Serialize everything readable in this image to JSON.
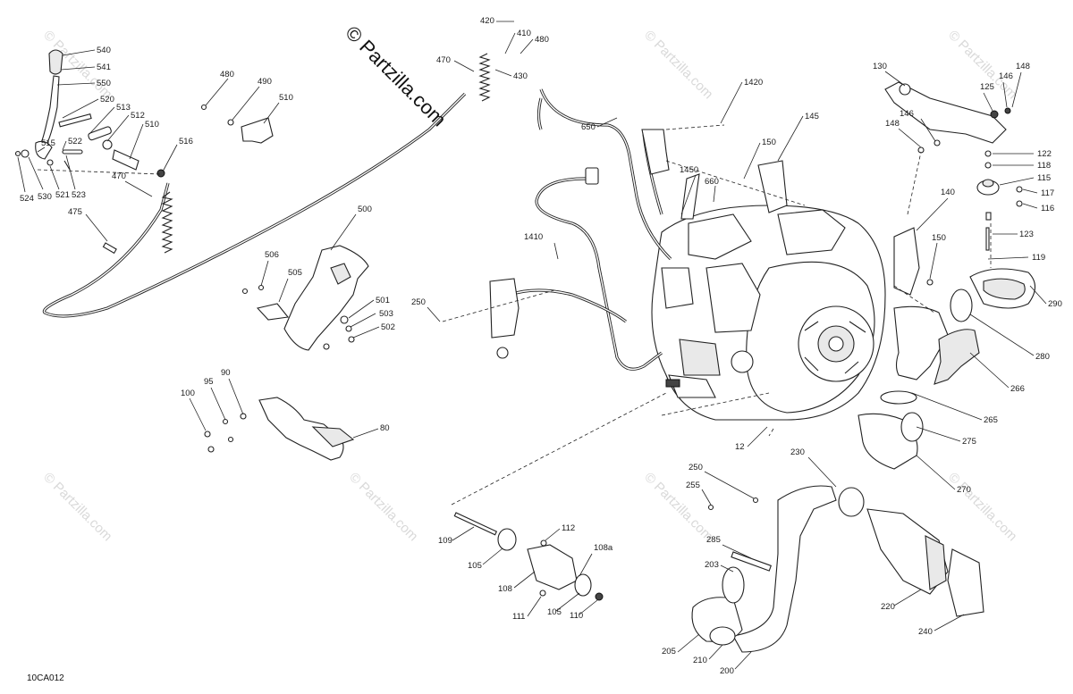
{
  "watermark": {
    "main": "© Partzilla.com",
    "faint": "© Partzilla.com"
  },
  "drawing_code": "10CA012",
  "callouts": [
    "540",
    "541",
    "550",
    "520",
    "513",
    "512",
    "510",
    "522",
    "515",
    "516",
    "524",
    "530",
    "521",
    "523",
    "470",
    "475",
    "480",
    "490",
    "510",
    "500",
    "506",
    "505",
    "501",
    "503",
    "502",
    "420",
    "410",
    "480",
    "470",
    "430",
    "650",
    "1420",
    "145",
    "150",
    "1450",
    "660",
    "1410",
    "250",
    "130",
    "148",
    "146",
    "125",
    "148",
    "146",
    "122",
    "118",
    "115",
    "117",
    "116",
    "140",
    "123",
    "150",
    "119",
    "290",
    "280",
    "266",
    "265",
    "275",
    "270",
    "12",
    "100",
    "95",
    "90",
    "80",
    "230",
    "250",
    "255",
    "109",
    "112",
    "108a",
    "105",
    "108",
    "105",
    "111",
    "110",
    "285",
    "203",
    "220",
    "240",
    "205",
    "210",
    "200"
  ]
}
